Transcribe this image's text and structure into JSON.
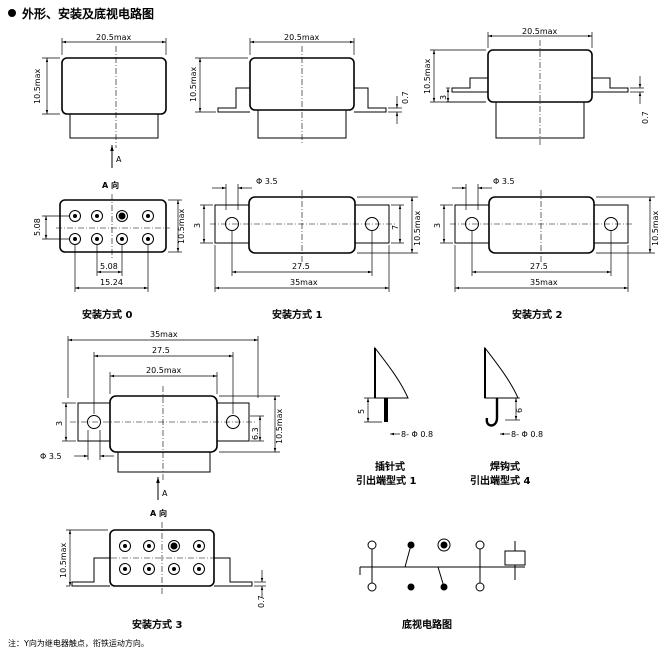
{
  "title": "外形、安装及底视电路图",
  "dims": {
    "w205": "20.5max",
    "h105": "10.5max",
    "d07": "0.7",
    "d3": "3",
    "d7": "7",
    "d508": "5.08",
    "d1524": "15.24",
    "d275": "27.5",
    "d35": "35max",
    "d35b": "35max",
    "phi35": "Φ 3.5",
    "d5": "5",
    "d6": "6",
    "d63": "6.3",
    "pin": "8- Φ 0.8"
  },
  "labels": {
    "a": "A",
    "a_dir": "A 向",
    "mount0": "安装方式 0",
    "mount1": "安装方式 1",
    "mount2": "安装方式 2",
    "mount3": "安装方式 3",
    "term1_l1": "插针式",
    "term1_l2": "引出端型式 1",
    "term4_l1": "焊钩式",
    "term4_l2": "引出端型式 4",
    "circuit": "底视电路图"
  },
  "note": "注：Y向为继电器触点，衔铁运动方向。"
}
